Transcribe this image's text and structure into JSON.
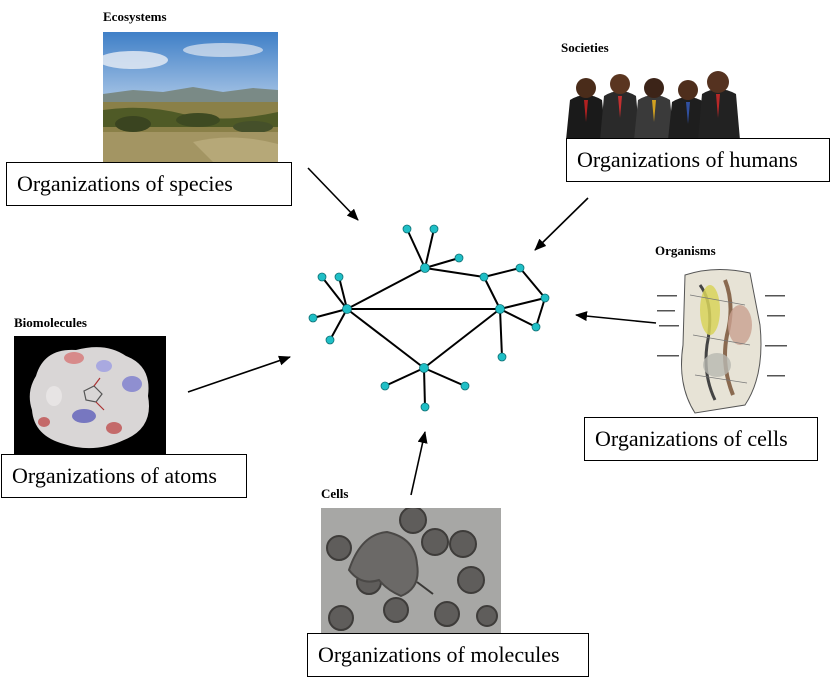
{
  "panels": {
    "ecosystems": {
      "heading": "Ecosystems",
      "caption": "Organizations of species"
    },
    "societies": {
      "heading": "Societies",
      "caption": "Organizations of humans"
    },
    "organisms": {
      "heading": "Organisms",
      "caption": "Organizations of cells"
    },
    "biomolecules": {
      "heading": "Biomolecules",
      "caption": "Organizations of atoms"
    },
    "cells": {
      "heading": "Cells",
      "caption": "Organizations of molecules"
    }
  },
  "network": {
    "node_color": "#1fbfc6",
    "edge_color": "#000000"
  },
  "icons": [
    "landscape-photo",
    "businessmen-group-photo",
    "anatomy-illustration",
    "protein-surface-render",
    "cell-micrograph"
  ]
}
